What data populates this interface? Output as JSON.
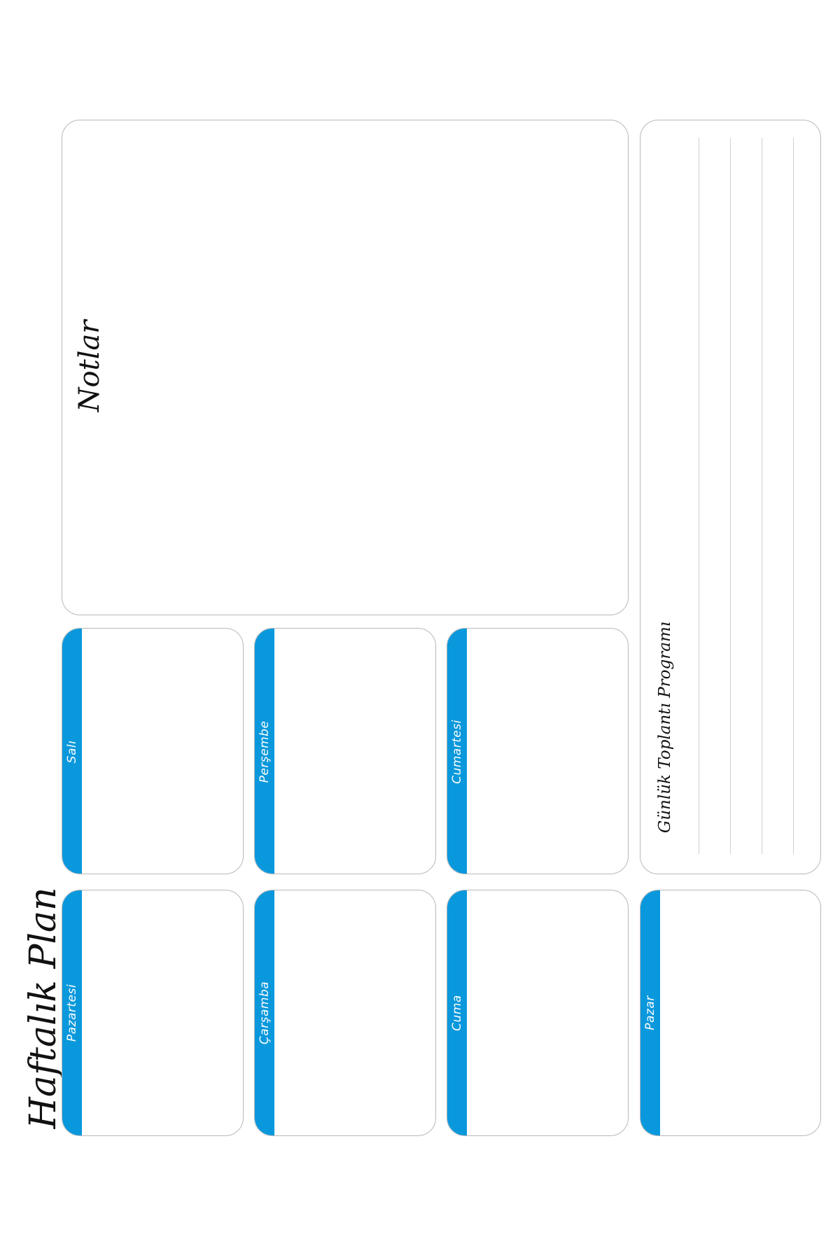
{
  "page": {
    "title": "Haftalık Plan",
    "accent_color": "#0a98dc",
    "border_color": "#b9b9b9"
  },
  "notes": {
    "label": "Notlar"
  },
  "days": {
    "monday": "Pazartesi",
    "tuesday": "Salı",
    "wednesday": "Çarşamba",
    "thursday": "Perşembe",
    "friday": "Cuma",
    "saturday": "Cumartesi",
    "sunday": "Pazar"
  },
  "meetings": {
    "label": "Günlük Toplantı Programı",
    "line_count": 4
  }
}
